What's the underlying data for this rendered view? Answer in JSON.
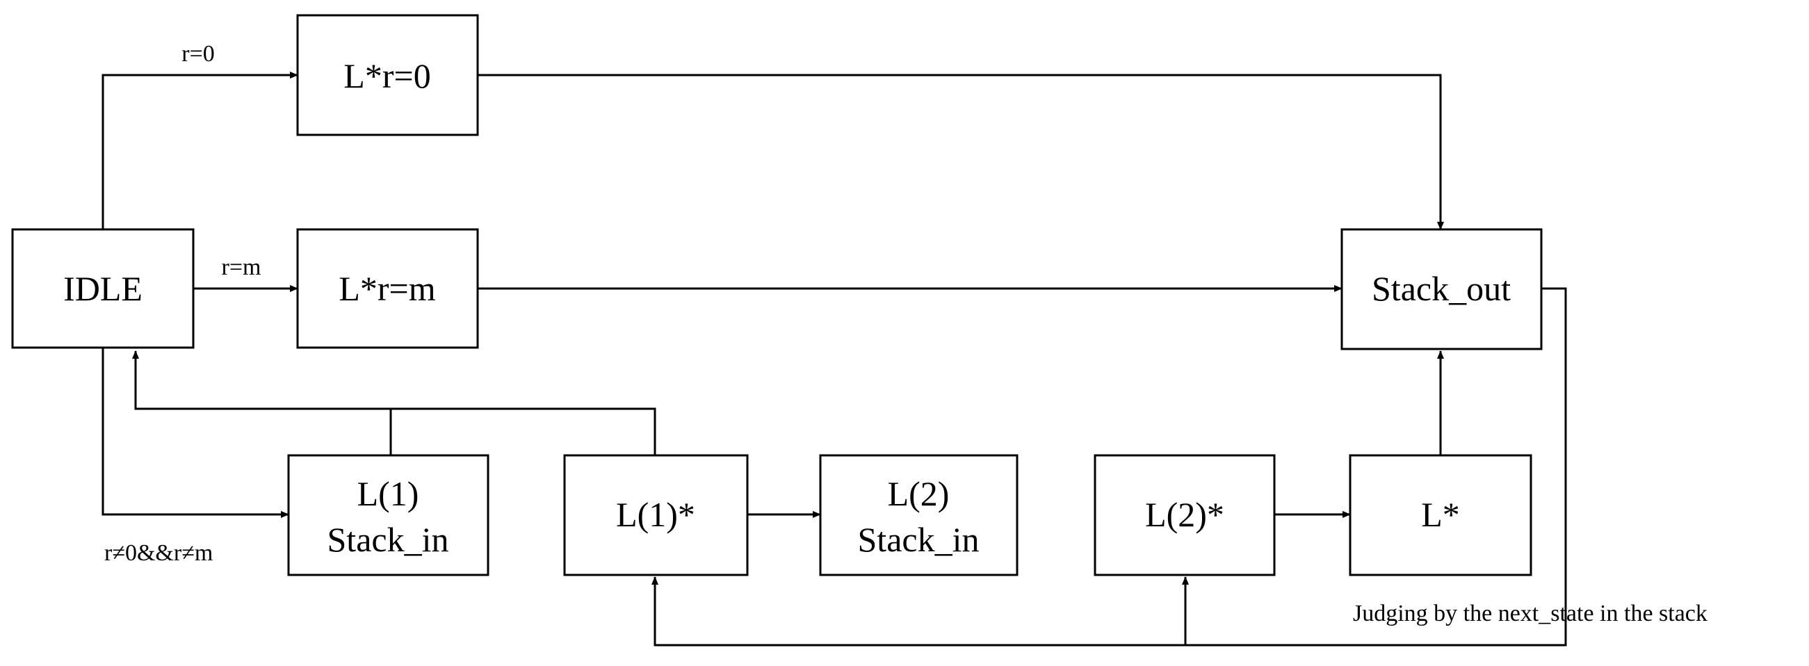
{
  "nodes": {
    "idle": "IDLE",
    "lr0": "L*r=0",
    "lrm": "L*r=m",
    "stack_out": "Stack_out",
    "l1_stack_in": [
      "L(1)",
      "Stack_in"
    ],
    "l1_star": "L(1)*",
    "l2_stack_in": [
      "L(2)",
      "Stack_in"
    ],
    "l2_star": "L(2)*",
    "l_star": "L*"
  },
  "edge_labels": {
    "r0": "r=0",
    "rm": "r=m",
    "cond": "r≠0&&r≠m",
    "judging": "Judging by the next_state in the stack"
  },
  "colors": {
    "stroke": "#000000",
    "background": "#ffffff"
  }
}
